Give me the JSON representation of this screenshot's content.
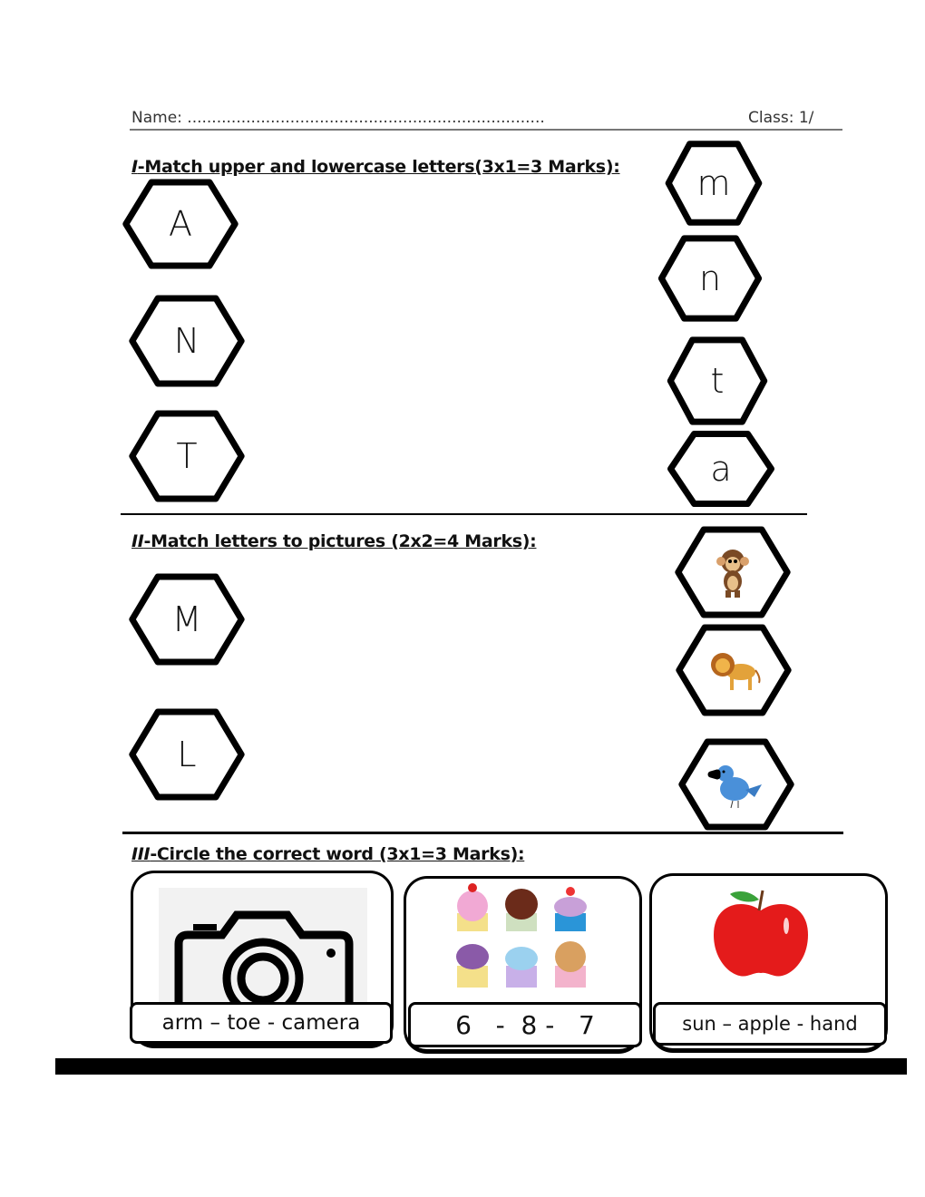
{
  "header": {
    "name_label": "Name: .........................................................................",
    "class_label": "Class: 1/"
  },
  "section1": {
    "numeral": "I",
    "title": "-Match upper and lowercase letters(3x1=3 Marks):",
    "uppercase": [
      "A",
      "N",
      "T"
    ],
    "lowercase": [
      "m",
      "n",
      "t",
      "a"
    ]
  },
  "section2": {
    "numeral": "II",
    "title": "-Match letters to pictures (2x2=4 Marks):",
    "letters": [
      "M",
      "L"
    ],
    "pictures": [
      "monkey",
      "lion",
      "bird"
    ]
  },
  "section3": {
    "numeral": "III",
    "title": "-Circle the correct word (3x1=3 Marks):",
    "cards": [
      {
        "picture": "camera",
        "choices": "arm – toe - camera"
      },
      {
        "picture": "cupcakes",
        "choices": "6   -  8 -   7"
      },
      {
        "picture": "apple",
        "choices": "sun – apple - hand"
      }
    ]
  }
}
